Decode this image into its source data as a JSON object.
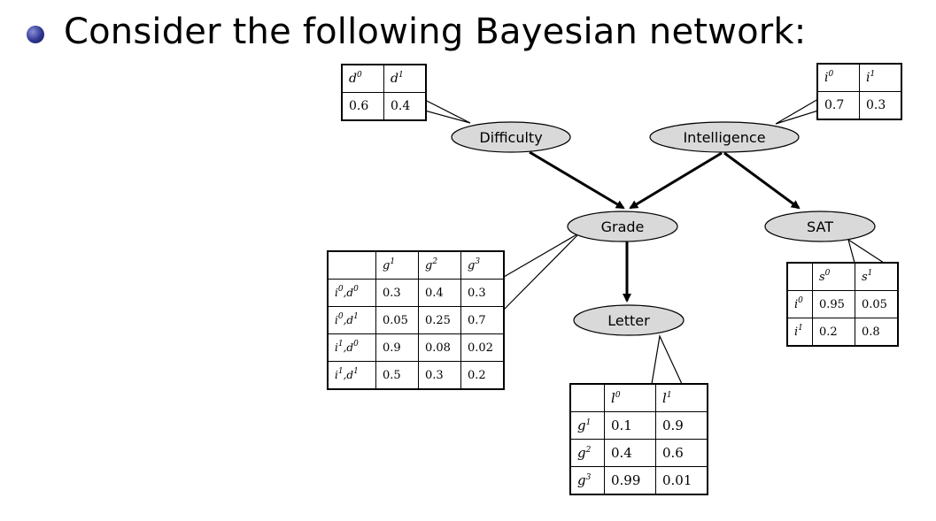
{
  "heading": "Consider the following Bayesian network:",
  "nodes": {
    "difficulty": "Difficulty",
    "intelligence": "Intelligence",
    "grade": "Grade",
    "sat": "SAT",
    "letter": "Letter"
  },
  "cpd_difficulty": {
    "headers": [
      "d",
      "d"
    ],
    "header_sup": [
      "0",
      "1"
    ],
    "values": [
      "0.6",
      "0.4"
    ]
  },
  "cpd_intelligence": {
    "headers": [
      "i",
      "i"
    ],
    "header_sup": [
      "0",
      "1"
    ],
    "values": [
      "0.7",
      "0.3"
    ]
  },
  "cpd_grade": {
    "headers": [
      "g",
      "g",
      "g"
    ],
    "header_sup": [
      "1",
      "2",
      "3"
    ],
    "rows": [
      {
        "label": [
          "i",
          "0",
          "d",
          "0"
        ],
        "values": [
          "0.3",
          "0.4",
          "0.3"
        ]
      },
      {
        "label": [
          "i",
          "0",
          "d",
          "1"
        ],
        "values": [
          "0.05",
          "0.25",
          "0.7"
        ]
      },
      {
        "label": [
          "i",
          "1",
          "d",
          "0"
        ],
        "values": [
          "0.9",
          "0.08",
          "0.02"
        ]
      },
      {
        "label": [
          "i",
          "1",
          "d",
          "1"
        ],
        "values": [
          "0.5",
          "0.3",
          "0.2"
        ]
      }
    ]
  },
  "cpd_sat": {
    "headers": [
      "s",
      "s"
    ],
    "header_sup": [
      "0",
      "1"
    ],
    "rows": [
      {
        "label": [
          "i",
          "0"
        ],
        "values": [
          "0.95",
          "0.05"
        ]
      },
      {
        "label": [
          "i",
          "1"
        ],
        "values": [
          "0.2",
          "0.8"
        ]
      }
    ]
  },
  "cpd_letter": {
    "headers": [
      "l",
      "l"
    ],
    "header_sup": [
      "0",
      "1"
    ],
    "rows": [
      {
        "label": [
          "g",
          "1"
        ],
        "values": [
          "0.1",
          "0.9"
        ]
      },
      {
        "label": [
          "g",
          "2"
        ],
        "values": [
          "0.4",
          "0.6"
        ]
      },
      {
        "label": [
          "g",
          "3"
        ],
        "values": [
          "0.99",
          "0.01"
        ]
      }
    ]
  },
  "colors": {
    "node_fill": "#d9d9d9",
    "bullet": "#2e3590"
  }
}
